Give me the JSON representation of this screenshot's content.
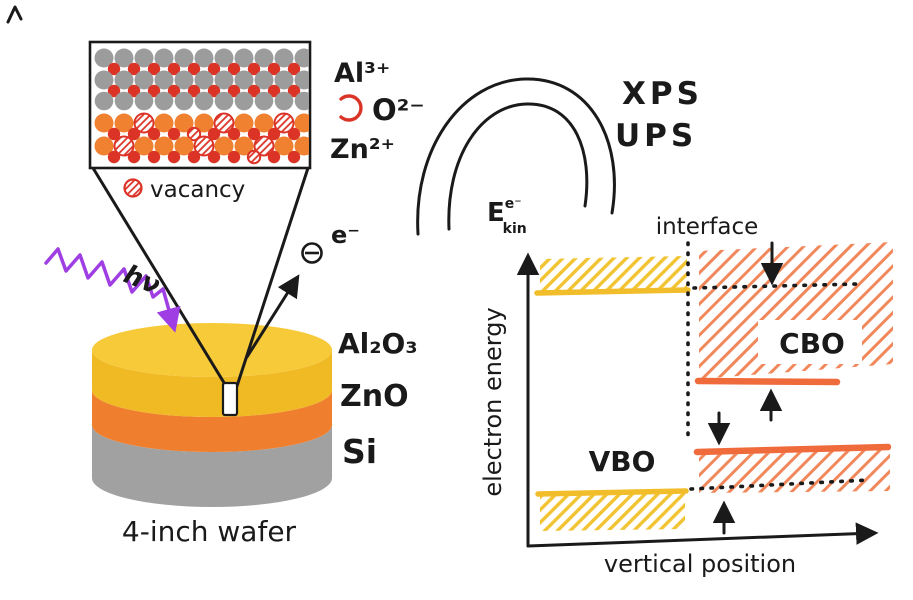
{
  "colors": {
    "ink": "#1a1a1a",
    "gray": "#9c9c9c",
    "red": "#dc3327",
    "orange": "#ef7f2e",
    "yellow": "#f2bd2a",
    "purple": "#9f3fe3"
  },
  "magnifier": {
    "al_label": "Al³⁺",
    "o_label": "O²⁻",
    "zn_label": "Zn²⁺",
    "vacancy_label": "vacancy"
  },
  "beam": {
    "photon_label": "hν",
    "electron_label": "e⁻"
  },
  "analyzer": {
    "ekin_base": "E",
    "ekin_sup": "e⁻",
    "ekin_sub": "kin",
    "xps_label": "XPS",
    "ups_label": "UPS"
  },
  "wafer": {
    "top_layer_label": "Al₂O₃",
    "middle_layer_label": "ZnO",
    "substrate_label": "Si",
    "caption": "4-inch wafer"
  },
  "band_diagram": {
    "interface_label": "interface",
    "cbo_label": "CBO",
    "vbo_label": "VBO",
    "y_axis_label": "electron energy",
    "x_axis_label": "vertical position"
  }
}
